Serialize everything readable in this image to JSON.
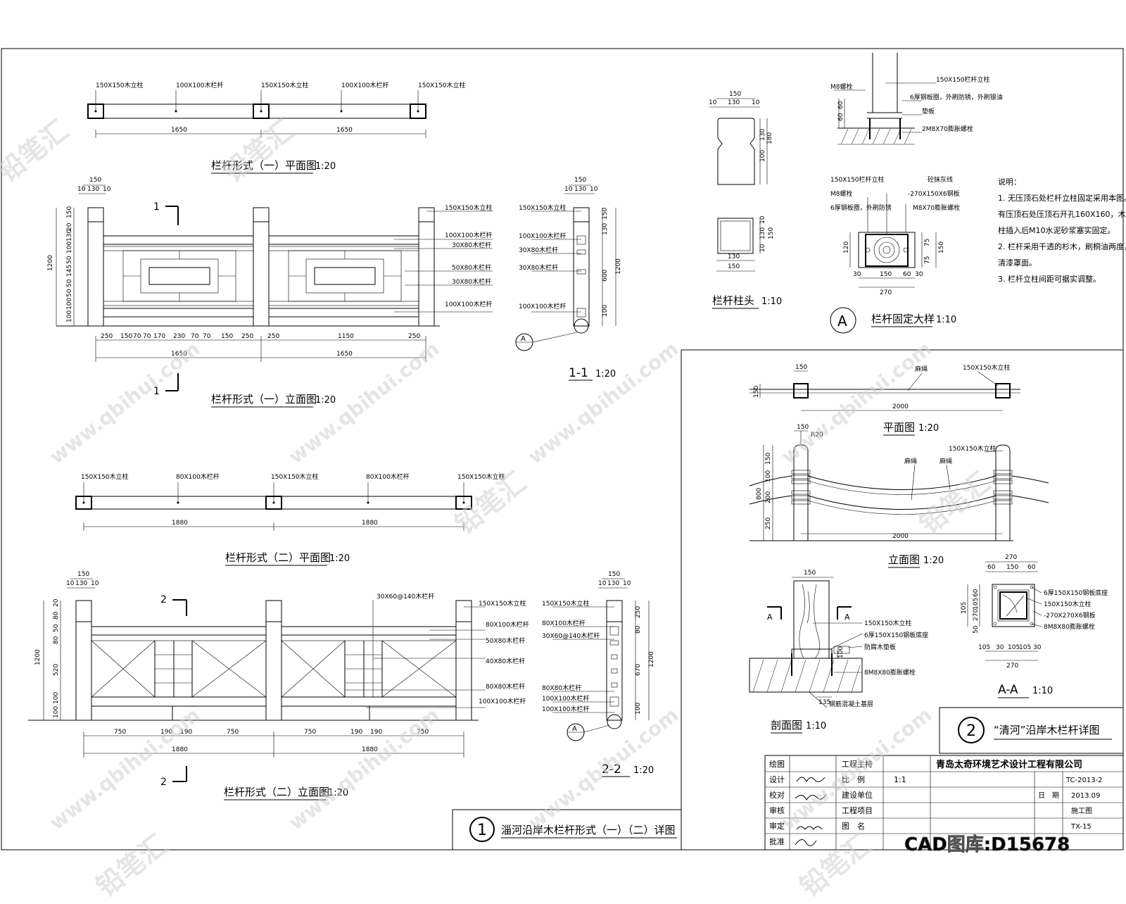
{
  "views": {
    "v1_plan": {
      "title": "栏杆形式（一）平面图",
      "scale": "1:20",
      "labels": [
        "150X150木立柱",
        "100X100木栏杆",
        "150X150木立柱",
        "100X100木栏杆",
        "150X150木立柱"
      ],
      "dims": [
        "1650",
        "1650"
      ]
    },
    "v1_elev": {
      "title": "栏杆形式（一）立面图",
      "scale": "1:20",
      "labels": [
        "150X150木立柱",
        "100X100木栏杆",
        "30X80木栏杆",
        "50X80木栏杆",
        "30X80木栏杆",
        "100X100木栏杆"
      ],
      "top_dims": [
        "150",
        "10",
        "130",
        "10"
      ],
      "bottom_dims": [
        "250",
        "150",
        "70",
        "70",
        "170",
        "230",
        "70",
        "70",
        "150",
        "250",
        "250",
        "1150",
        "250"
      ],
      "total_dims": [
        "1650",
        "1650"
      ],
      "left_dims": [
        "1200",
        "150",
        "20",
        "130",
        "100",
        "50",
        "145",
        "50",
        "50",
        "100",
        "100"
      ],
      "section_marks": [
        "1",
        "1"
      ]
    },
    "s11": {
      "title": "1-1",
      "scale": "1:20",
      "labels": [
        "150X150木立柱",
        "100X100木栏杆",
        "30X80木栏杆",
        "30X80木栏杆",
        "100X100木栏杆"
      ],
      "dims": [
        "150",
        "10",
        "130",
        "10",
        "150",
        "130",
        "600",
        "1200",
        "100"
      ],
      "callout": "A"
    },
    "post_head": {
      "title": "栏杆柱头",
      "scale": "1:10",
      "dims": [
        "150",
        "10",
        "130",
        "10",
        "130",
        "180",
        "100",
        "10",
        "130",
        "10",
        "150",
        "130",
        "150"
      ]
    },
    "detail_a": {
      "title": "栏杆固定大样",
      "scale": "1:10",
      "callout": "A",
      "labels": [
        "150X150栏杆立柱",
        "M8螺栓",
        "6厚钢板圈，外刷防锈，外刷银油",
        "垫板",
        "2M8X70膨胀螺栓",
        "150X150栏杆立柱",
        "砼抹灰线",
        "M8螺栓",
        "-270X150X6钢板",
        "6厚钢板圈，外刷防锈",
        "M8X70膨胀螺栓"
      ],
      "dims": [
        "60",
        "60",
        "120",
        "75",
        "75",
        "150",
        "30",
        "150",
        "60",
        "30",
        "270"
      ]
    },
    "notes": {
      "heading": "说明：",
      "items": [
        "1. 无压顶石处栏杆立柱固定采用本图。",
        "有压顶石处压顶石开孔160X160，木",
        "柱插入后M10水泥砂浆塞实固定。",
        "2. 栏杆采用干透的杉木，刷桐油两度，",
        "清漆罩面。",
        "3. 栏杆立柱间距可据实调整。"
      ]
    },
    "v2_plan": {
      "title": "栏杆形式（二）平面图",
      "scale": "1:20",
      "labels": [
        "150X150木立柱",
        "80X100木栏杆",
        "150X150木立柱",
        "80X100木栏杆",
        "150X150木立柱"
      ],
      "dims": [
        "1880",
        "1880"
      ]
    },
    "v2_elev": {
      "title": "栏杆形式（二）立面图",
      "scale": "1:20",
      "labels": [
        "30X60@140木栏杆",
        "150X150木立柱",
        "80X100木栏杆",
        "50X80木栏杆",
        "40X80木栏杆",
        "80X80木栏杆",
        "100X100木栏杆"
      ],
      "top_dims": [
        "150",
        "10",
        "130",
        "10"
      ],
      "bottom_dims": [
        "750",
        "190",
        "190",
        "750",
        "750",
        "190",
        "190",
        "750"
      ],
      "total_dims": [
        "1880",
        "1880"
      ],
      "left_dims": [
        "1200",
        "20",
        "80",
        "50",
        "80",
        "520",
        "100",
        "100"
      ],
      "section_marks": [
        "2",
        "2"
      ]
    },
    "s22": {
      "title": "2-2",
      "scale": "1:20",
      "labels": [
        "150X150木立柱",
        "80X100木栏杆",
        "30X60@140木栏杆",
        "80X80木栏杆",
        "100X100木栏杆",
        "100X100木栏杆"
      ],
      "dims": [
        "150",
        "10",
        "130",
        "10",
        "250",
        "80",
        "670",
        "1200",
        "100"
      ],
      "callout": "A"
    },
    "sheet1_title": {
      "number": "1",
      "text": "淄河沿岸木栏杆形式（一）（二）详图"
    },
    "r_plan": {
      "title": "平面图",
      "scale": "1:20",
      "labels": [
        "麻绳",
        "150X150木立柱"
      ],
      "dims": [
        "150",
        "150",
        "2000"
      ]
    },
    "r_elev": {
      "title": "立面图",
      "scale": "1:20",
      "labels": [
        "150X150木立柱",
        "麻绳",
        "麻绳"
      ],
      "dims": [
        "150",
        "R20",
        "150",
        "100",
        "200",
        "800",
        "250",
        "2000"
      ]
    },
    "r_section": {
      "title": "剖面图",
      "scale": "1:10",
      "labels": [
        "150X150木立柱",
        "6厚150X150钢板底座",
        "防腐木垫板",
        "8M8X80膨胀螺栓",
        "钢筋混凝土基层"
      ],
      "dims": [
        "150",
        "100",
        "135"
      ],
      "marks": [
        "A",
        "A"
      ]
    },
    "r_aa": {
      "title": "A-A",
      "scale": "1:10",
      "labels": [
        "6厚150X150钢板底座",
        "150X150木立柱",
        "-270X270X6钢板",
        "8M8X80膨胀螺栓"
      ],
      "dims": [
        "270",
        "60",
        "150",
        "60",
        "105",
        "60",
        "105",
        "270",
        "50",
        "105",
        "30",
        "105",
        "105",
        "30",
        "270"
      ]
    },
    "sheet2_title": {
      "number": "2",
      "text": "“清河”沿岸木栏杆详图"
    },
    "title_block": {
      "company": "青岛太奇环境艺术设计工程有限公司",
      "rows": [
        {
          "role": "绘图",
          "sig": "",
          "field": "工程主持",
          "value": ""
        },
        {
          "role": "设计",
          "sig": "",
          "field": "比　例",
          "value": "1:1"
        },
        {
          "role": "校对",
          "sig": "",
          "field": "建设单位",
          "value": ""
        },
        {
          "role": "审核",
          "sig": "",
          "field": "工程项目",
          "value": ""
        },
        {
          "role": "审定",
          "sig": "",
          "field": "图　名",
          "value": ""
        },
        {
          "role": "批准",
          "sig": "",
          "field": "",
          "value": ""
        }
      ],
      "right": [
        {
          "k": "",
          "v": "TC-2013-2"
        },
        {
          "k": "日　期",
          "v": "2013.09"
        },
        {
          "k": "",
          "v": "施工图"
        },
        {
          "k": "",
          "v": "TX-15"
        }
      ]
    },
    "watermark": {
      "brand": "铅笔汇",
      "url": "www.qbihui.com",
      "stamp": "CAD图库:D15678"
    }
  }
}
